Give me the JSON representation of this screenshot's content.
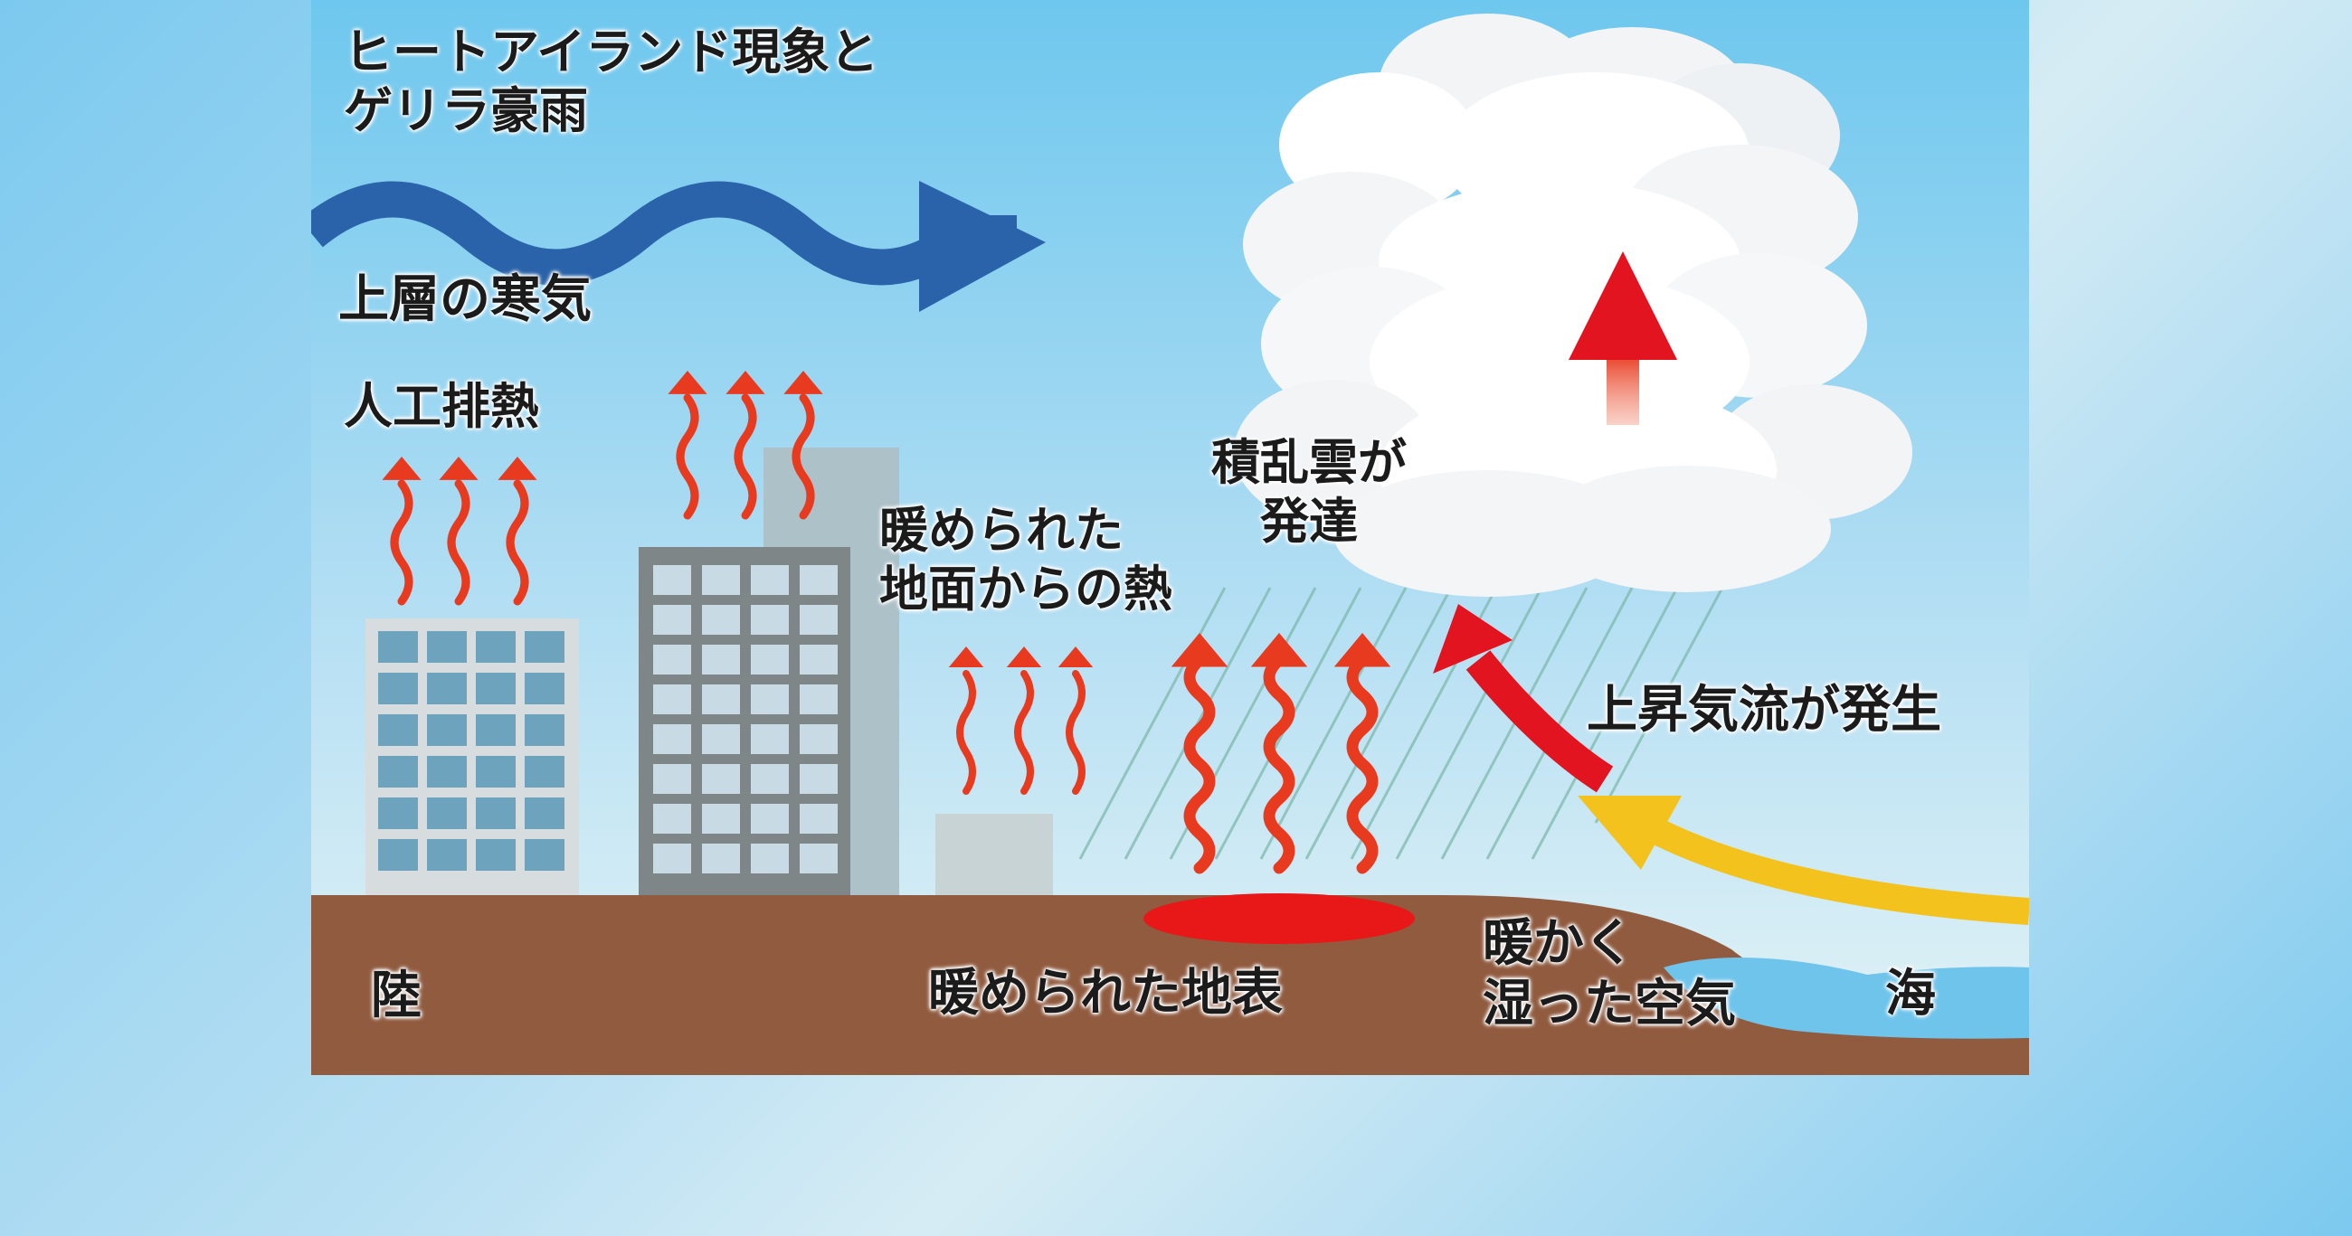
{
  "title": {
    "line1": "ヒートアイランド現象と",
    "line2": "ゲリラ豪雨"
  },
  "labels": {
    "upper_cold_air": "上層の寒気",
    "artificial_heat": "人工排熱",
    "ground_heat": {
      "line1": "暖められた",
      "line2": "地面からの熱"
    },
    "cumulonimbus": {
      "line1": "積乱雲が",
      "line2": "発達"
    },
    "updraft": "上昇気流が発生",
    "warmed_surface": "暖められた地表",
    "humid_air": {
      "line1": "暖かく",
      "line2": "湿った空気"
    },
    "land": "陸",
    "sea": "海"
  },
  "colors": {
    "sky_top": "#6ec7ee",
    "sky_bottom": "#d3edf5",
    "ground": "#915b3f",
    "sea": "#6fc4ec",
    "cold_air_arrow": "#2a63aa",
    "heat_arrow": "#e83a1f",
    "updraft_arrow": "#e1141f",
    "humid_air_arrow": "#f3c21c",
    "hot_surface": "#e81818",
    "cloud": "#ffffff"
  },
  "icons": [
    "wave-arrow-icon",
    "heat-wave-arrow-icon",
    "updraft-arrow-icon",
    "cloud-icon",
    "rain-lines-icon",
    "building-icon"
  ]
}
